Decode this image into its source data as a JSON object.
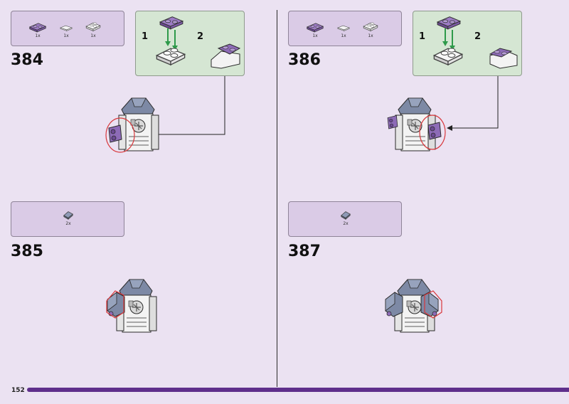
{
  "page": {
    "number": "152"
  },
  "steps": [
    {
      "number": "384",
      "parts": [
        {
          "qty": "1x",
          "icon": "purple-plate-1x2-icon"
        },
        {
          "qty": "1x",
          "icon": "white-tile-icon"
        },
        {
          "qty": "1x",
          "icon": "white-wedge-plate-icon"
        }
      ],
      "substeps": [
        "1",
        "2"
      ]
    },
    {
      "number": "385",
      "parts": [
        {
          "qty": "2x",
          "icon": "sand-blue-slope-icon"
        }
      ]
    },
    {
      "number": "386",
      "parts": [
        {
          "qty": "1x",
          "icon": "purple-plate-1x2-icon"
        },
        {
          "qty": "1x",
          "icon": "white-tile-icon"
        },
        {
          "qty": "1x",
          "icon": "white-wedge-plate-icon"
        }
      ],
      "substeps": [
        "1",
        "2"
      ]
    },
    {
      "number": "387",
      "parts": [
        {
          "qty": "2x",
          "icon": "sand-blue-slope-icon"
        }
      ]
    }
  ],
  "colors": {
    "background": "#ebe2f2",
    "parts_box": "#dacbe6",
    "subassembly_box": "#d5e6d3",
    "brick_purple": "#8a62b4",
    "brick_sand_blue": "#6f7d99",
    "callout_red": "#d8373b",
    "arrow_green": "#2e9a4a",
    "progress_bar": "#5f2f8c"
  }
}
